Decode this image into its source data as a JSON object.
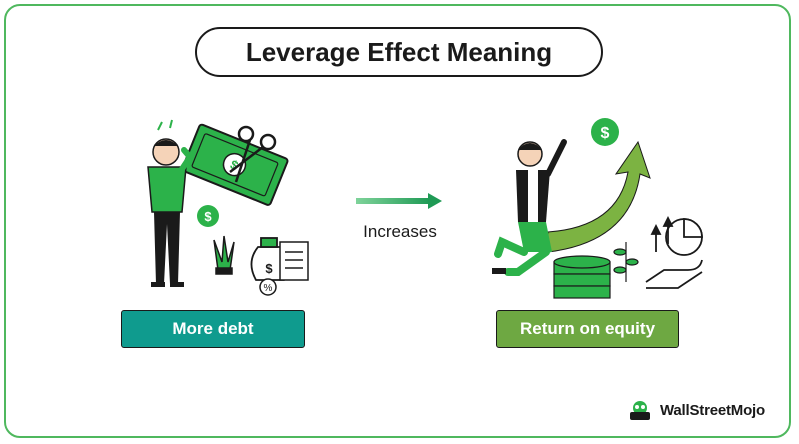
{
  "title": "Leverage Effect Meaning",
  "arrow_label": "Increases",
  "left_box": {
    "label": "More debt",
    "color": "#0f9b8e"
  },
  "right_box": {
    "label": "Return on equity",
    "color": "#6ea842"
  },
  "accent_green": "#2cb24a",
  "brand": {
    "name": "WallStreetMojo"
  },
  "icons": {
    "left": [
      "stressed-person-icon",
      "banknote-icon",
      "scissors-icon",
      "dollar-coin-icon",
      "plant-icon",
      "money-bag-icon",
      "document-icon"
    ],
    "right": [
      "happy-person-icon",
      "rising-arrow-icon",
      "dollar-coin-icon",
      "coin-stack-icon",
      "plant-icon",
      "pie-chart-icon",
      "hand-icon"
    ]
  }
}
